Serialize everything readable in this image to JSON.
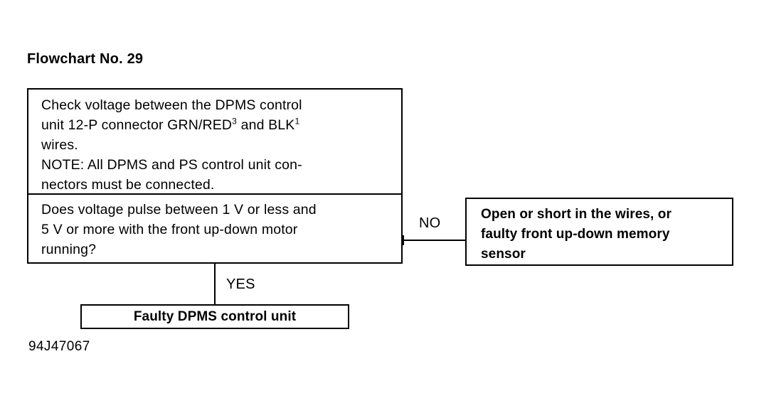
{
  "title": "Flowchart No. 29",
  "footer": {
    "code": "94J47067"
  },
  "nodes": {
    "check": {
      "id": "check-step",
      "text": "Check voltage between the DPMS control unit 12-P connector GRN/RED³ and BLK¹ wires.\nNOTE: All DPMS and PS control unit con-nectors must be connected.",
      "line1": "Check voltage between the DPMS control",
      "line2": "unit 12-P connector GRN/RED³ and BLK¹",
      "line3": "wires.",
      "line4": "NOTE: All DPMS and PS control unit con-",
      "line5": "nectors must be connected."
    },
    "question": {
      "id": "decision-step",
      "text": "Does voltage pulse between 1 V or less and 5 V or more with the front up-down motor running?",
      "line1": "Does voltage pulse between 1 V or less and",
      "line2": "5 V or more with the front up-down motor",
      "line3": "running?"
    },
    "no_result": {
      "id": "no-outcome",
      "text": "Open or short in the wires, or faulty front up-down memory sensor",
      "line1": "Open or short in the wires, or",
      "line2": "faulty front up-down memory",
      "line3": "sensor"
    },
    "yes_result": {
      "id": "yes-outcome",
      "text": "Faulty DPMS control unit"
    }
  },
  "edges": {
    "no_label": "NO",
    "yes_label": "YES"
  },
  "style": {
    "line_color": "#000000",
    "background": "#ffffff",
    "text_color": "#000000"
  }
}
